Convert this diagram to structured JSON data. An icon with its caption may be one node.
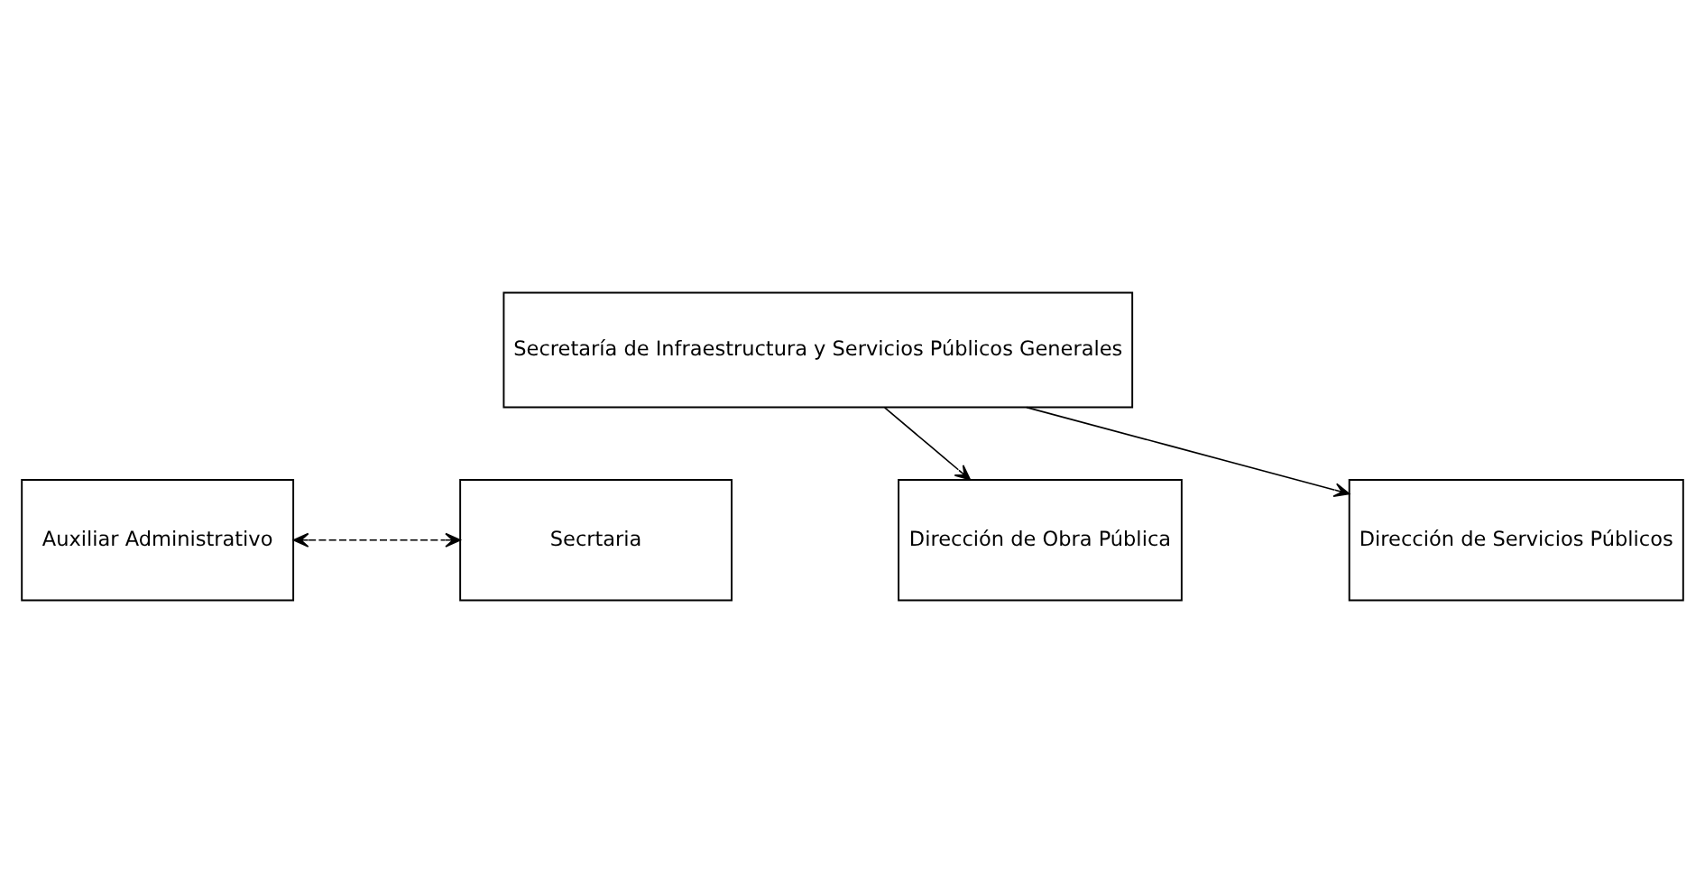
{
  "diagram": {
    "nodes": [
      {
        "text": [
          "Secretaría de Infraestructura y Servicios Públicos Generales"
        ]
      },
      {
        "text": [
          "Auxiliar Administrativo"
        ]
      },
      {
        "text": [
          "Secrtaria"
        ]
      },
      {
        "text": [
          "Dirección de Obra Pública"
        ]
      },
      {
        "text": [
          "Dirección de Servicios Públicos"
        ]
      }
    ],
    "edges": [
      {
        "from": 1,
        "to": 2,
        "arrow": "both",
        "style": "dashed"
      },
      {
        "from": 0,
        "to": 3,
        "arrow": "to"
      },
      {
        "from": 0,
        "to": 4,
        "arrow": "to"
      }
    ]
  }
}
